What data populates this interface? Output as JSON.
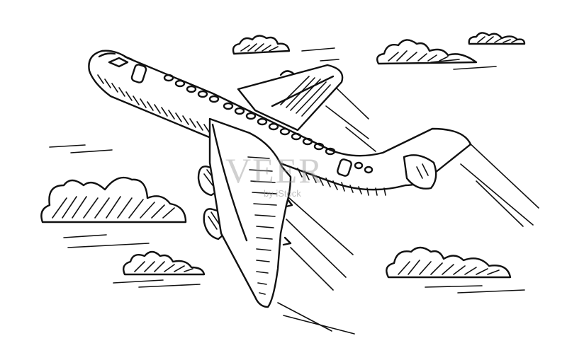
{
  "illustration": {
    "subject": "airplane-sketch",
    "ink_color": "#111111",
    "background_color": "#ffffff"
  },
  "watermark": {
    "brand": "VEER",
    "sub": "by iStock"
  }
}
